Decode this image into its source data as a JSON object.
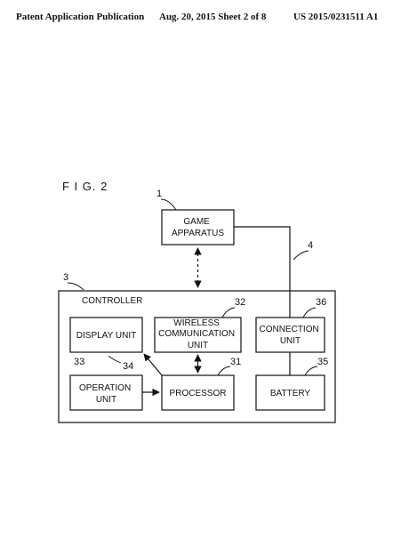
{
  "header": {
    "publication": "Patent Application Publication",
    "date_sheet": "Aug. 20, 2015  Sheet 2 of 8",
    "patent_number": "US 2015/0231511 A1"
  },
  "figure": {
    "label": "F I G. 2"
  },
  "blocks": {
    "game_apparatus": {
      "lines": [
        "GAME",
        "APPARATUS"
      ],
      "ref": "1"
    },
    "controller": {
      "label": "CONTROLLER",
      "ref": "3"
    },
    "display_unit": {
      "lines": [
        "DISPLAY UNIT"
      ],
      "ref": "34"
    },
    "wireless_unit": {
      "lines": [
        "WIRELESS",
        "COMMUNICATION",
        "UNIT"
      ],
      "ref": "32"
    },
    "connection_unit": {
      "lines": [
        "CONNECTION",
        "UNIT"
      ],
      "ref": "36"
    },
    "operation_unit": {
      "lines": [
        "OPERATION",
        "UNIT"
      ],
      "ref": "33"
    },
    "processor": {
      "lines": [
        "PROCESSOR"
      ],
      "ref": "31"
    },
    "battery": {
      "lines": [
        "BATTERY"
      ],
      "ref": "35"
    }
  },
  "connections": {
    "cable_ref": "4"
  }
}
